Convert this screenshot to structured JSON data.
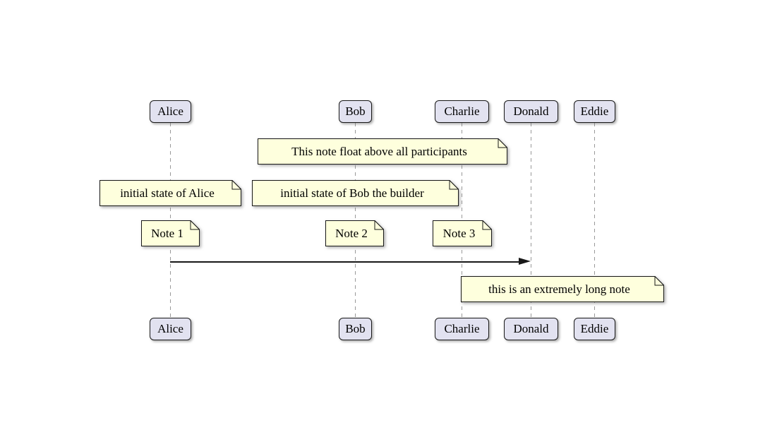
{
  "colors": {
    "background": "#FFFFFF",
    "participant_fill": "#E2E2F0",
    "participant_border": "#181818",
    "note_fill": "#FEFFDD",
    "note_border": "#181818",
    "lifeline": "#999999",
    "arrow": "#181818"
  },
  "participants": [
    {
      "name": "Alice"
    },
    {
      "name": "Bob"
    },
    {
      "name": "Charlie"
    },
    {
      "name": "Donald"
    },
    {
      "name": "Eddie"
    }
  ],
  "notes": {
    "float_note": "This note float above all participants",
    "alice_note": "initial state of Alice",
    "bob_note": "initial state of Bob the builder",
    "note1": "Note 1",
    "note2": "Note 2",
    "note3": "Note 3",
    "long_note": "this is an extremely long note"
  },
  "message": {
    "from": "Alice",
    "to": "Donald"
  }
}
